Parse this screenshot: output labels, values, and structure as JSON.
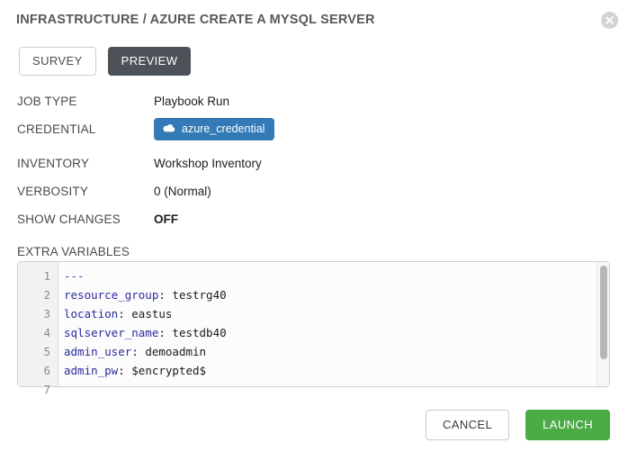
{
  "dialog": {
    "title": "INFRASTRUCTURE / AZURE CREATE A MYSQL SERVER",
    "close_icon": "close-icon"
  },
  "tabs": [
    {
      "label": "SURVEY",
      "state": "inactive"
    },
    {
      "label": "PREVIEW",
      "state": "active"
    }
  ],
  "details": [
    {
      "label": "JOB TYPE",
      "value": "Playbook Run",
      "type": "text"
    },
    {
      "label": "CREDENTIAL",
      "value": "azure_credential",
      "type": "badge",
      "icon": "cloud-icon",
      "color": "#337ab7"
    },
    {
      "label": "INVENTORY",
      "value": "Workshop Inventory",
      "type": "text"
    },
    {
      "label": "VERBOSITY",
      "value": "0 (Normal)",
      "type": "text"
    },
    {
      "label": "SHOW CHANGES",
      "value": "OFF",
      "type": "text-strong"
    }
  ],
  "extra_variables": {
    "label": "EXTRA VARIABLES",
    "line_numbers": [
      "1",
      "2",
      "3",
      "4",
      "5",
      "6",
      "7"
    ],
    "lines": [
      {
        "n": "1",
        "key": "---",
        "punct": "",
        "value": ""
      },
      {
        "n": "2",
        "key": "resource_group",
        "punct": ":",
        "value": " testrg40"
      },
      {
        "n": "3",
        "key": "location",
        "punct": ":",
        "value": " eastus"
      },
      {
        "n": "4",
        "key": "sqlserver_name",
        "punct": ":",
        "value": " testdb40"
      },
      {
        "n": "5",
        "key": "admin_user",
        "punct": ":",
        "value": " demoadmin"
      },
      {
        "n": "6",
        "key": "admin_pw",
        "punct": ":",
        "value": " $encrypted$"
      },
      {
        "n": "7",
        "key": "",
        "punct": "",
        "value": ""
      }
    ],
    "raw_text": "---\nresource_group: testrg40\nlocation: eastus\nsqlserver_name: testdb40\nadmin_user: demoadmin\nadmin_pw: $encrypted$\n"
  },
  "footer": {
    "cancel_label": "CANCEL",
    "launch_label": "LAUNCH"
  },
  "colors": {
    "accent_blue": "#337ab7",
    "launch_green": "#4bab45",
    "tab_active": "#4d5258",
    "yaml_key": "#2b2b9e",
    "label_gray": "#4a4a4a"
  }
}
